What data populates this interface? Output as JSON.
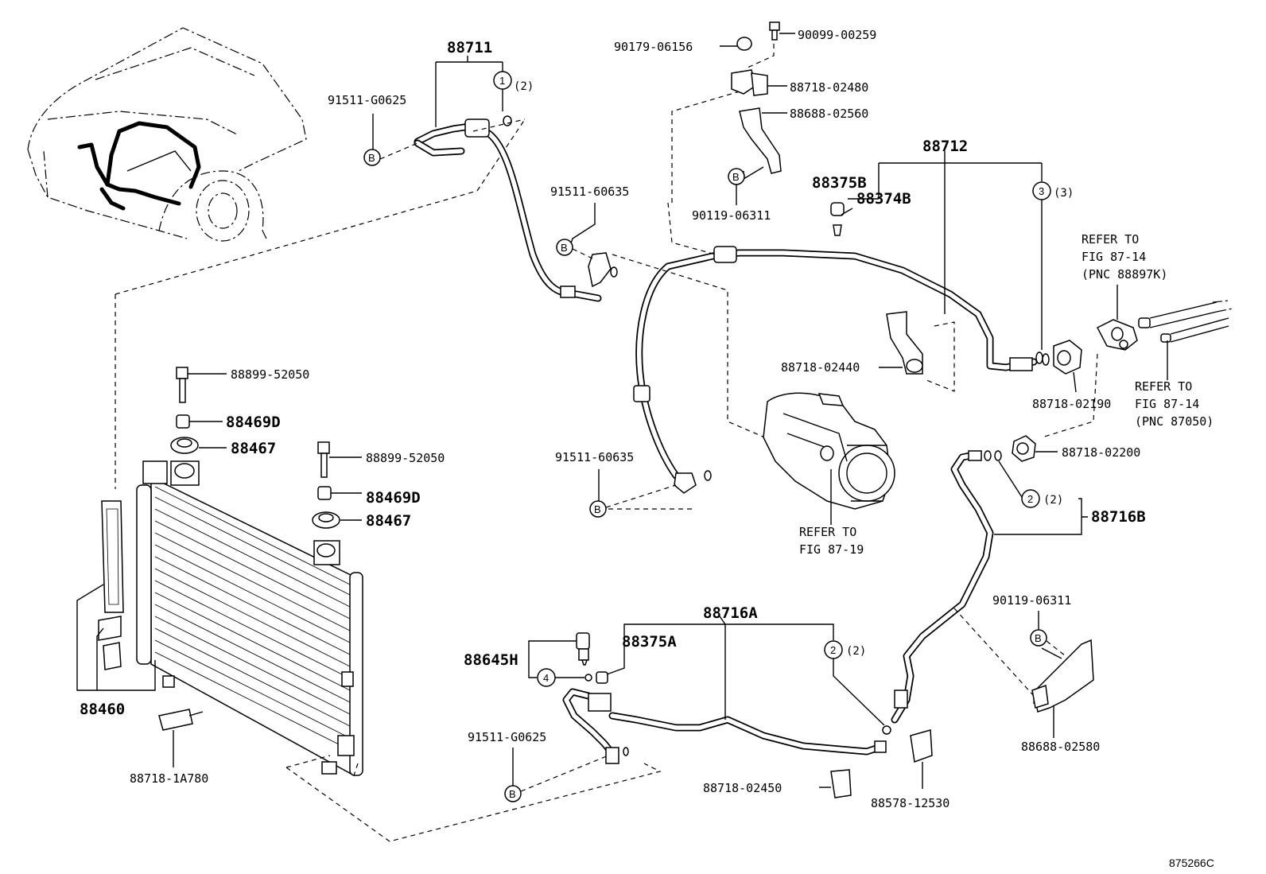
{
  "diagram_id": "875266C",
  "labels": {
    "p88711": "88711",
    "p91511_G0625_top": "91511-G0625",
    "p91511_60635_a": "91511-60635",
    "p91511_60635_b": "91511-60635",
    "p91511_G0625_bottom": "91511-G0625",
    "p88899_52050_a": "88899-52050",
    "p88469D_a": "88469D",
    "p88467_a": "88467",
    "p88899_52050_b": "88899-52050",
    "p88469D_b": "88469D",
    "p88467_b": "88467",
    "p88460": "88460",
    "p88718_1A780": "88718-1A780",
    "p90179_06156": "90179-06156",
    "p90099_00259": "90099-00259",
    "p88718_02480": "88718-02480",
    "p88688_02560": "88688-02560",
    "p90119_06311_a": "90119-06311",
    "p88712": "88712",
    "p88375B": "88375B",
    "p88374B": "88374B",
    "p88718_02440": "88718-02440",
    "p88718_02190": "88718-02190",
    "p88718_02200": "88718-02200",
    "p88716B": "88716B",
    "p90119_06311_b": "90119-06311",
    "p88688_02580": "88688-02580",
    "p88716A": "88716A",
    "p88645H": "88645H",
    "p88375A": "88375A",
    "p88718_02450": "88718-02450",
    "p88578_12530": "88578-12530"
  },
  "callouts": {
    "c1": "1",
    "c1_qty": "(2)",
    "c3": "3",
    "c3_qty": "(3)",
    "c2a": "2",
    "c2a_qty": "(2)",
    "c2b": "2",
    "c2b_qty": "(2)",
    "c4": "4",
    "b_mark": "B"
  },
  "refs": {
    "refer_to": "REFER TO",
    "fig_87_14_a": "FIG 87-14",
    "pnc_88897k": "(PNC 88897K)",
    "fig_87_14_b": "FIG 87-14",
    "pnc_87050": "(PNC 87050)",
    "fig_87_19": "FIG 87-19"
  }
}
